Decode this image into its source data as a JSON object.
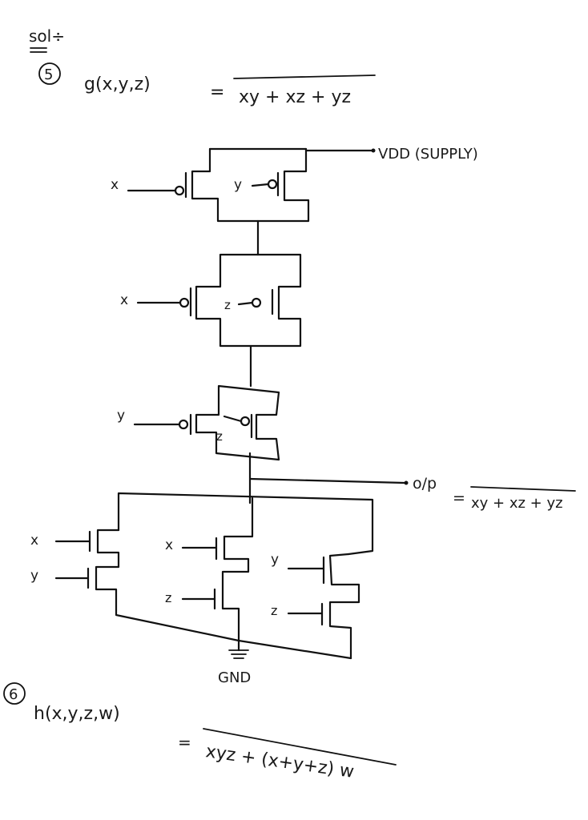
{
  "header": {
    "sol_label": "sol÷"
  },
  "problem5": {
    "number": "5",
    "lhs": "g(x,y,z)",
    "equals": "=",
    "rhs": "xy + xz + yz"
  },
  "circuit": {
    "vdd_label": "VDD (SUPPLY)",
    "gnd_label": "GND",
    "output_label": "o/p",
    "output_equals": "=",
    "output_expr": "xy + xz + yz",
    "pmos_inputs": {
      "stage1_left": "x",
      "stage1_right": "y",
      "stage2_left": "x",
      "stage2_right": "z",
      "stage3_left": "y",
      "stage3_right": "z"
    },
    "nmos_inputs": {
      "branch1_top": "x",
      "branch1_bottom": "y",
      "branch2_top": "x",
      "branch2_bottom": "z",
      "branch3_top": "y",
      "branch3_bottom": "z"
    }
  },
  "problem6": {
    "number": "6",
    "lhs": "h(x,y,z,w)",
    "equals": "=",
    "rhs": "xyz + (x+y+z) w"
  }
}
